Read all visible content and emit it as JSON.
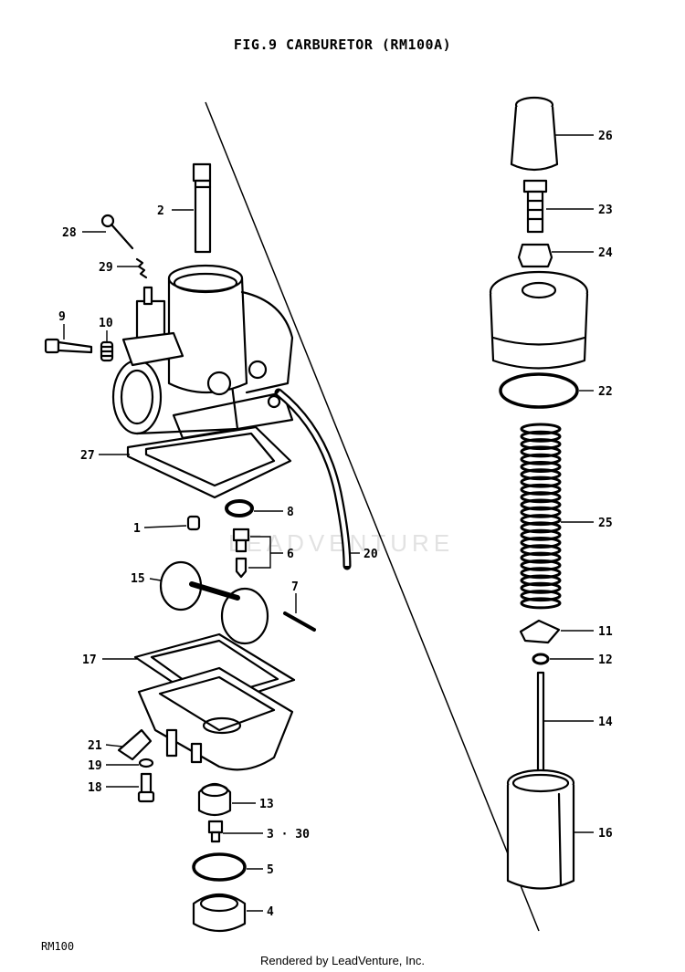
{
  "title": "FIG.9  CARBURETOR (RM100A)",
  "watermark": "LEADVENTURE",
  "corner_label": "RM100",
  "footer": "Rendered by LeadVenture, Inc.",
  "callouts": {
    "c1": "1",
    "c2": "2",
    "c3": "3 · 30",
    "c4": "4",
    "c5": "5",
    "c6": "6",
    "c7": "7",
    "c8": "8",
    "c9": "9",
    "c10": "10",
    "c11": "11",
    "c12": "12",
    "c13": "13",
    "c14": "14",
    "c15": "15",
    "c16": "16",
    "c17": "17",
    "c18": "18",
    "c19": "19",
    "c20": "20",
    "c21": "21",
    "c22": "22",
    "c23": "23",
    "c24": "24",
    "c25": "25",
    "c26": "26",
    "c27": "27",
    "c28": "28",
    "c29": "29"
  }
}
